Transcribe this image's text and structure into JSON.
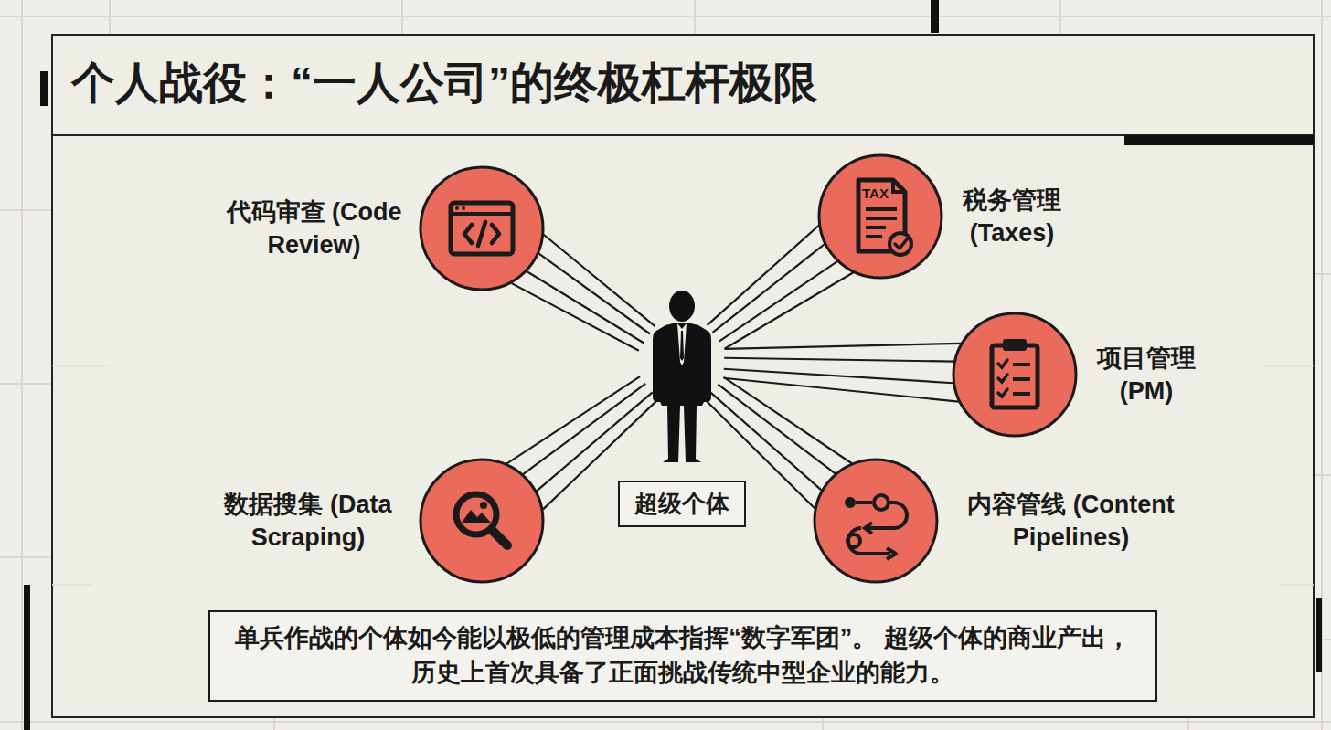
{
  "diagram": {
    "title": "个人战役：“一人公司”的终极杠杆极限",
    "caption": "单兵作战的个体如今能以极低的管理成本指挥“数字军团”。 超级个体的商业产出，历史上首次具备了正面挑战传统中型企业的能力。",
    "nodes": [
      {
        "text": [
          "代码审查 (Code Review)"
        ]
      },
      {
        "text": [
          "税务管理 (Taxes)"
        ]
      },
      {
        "text": [
          "项目管理 (PM)"
        ]
      },
      {
        "text": [
          "超级个体"
        ]
      },
      {
        "text": [
          "数据搜集 (Data Scraping)"
        ]
      },
      {
        "text": [
          "内容管线 (Content Pipelines)"
        ]
      }
    ],
    "edges": [
      {
        "from": 3,
        "to": 0,
        "arrow": "none"
      },
      {
        "from": 3,
        "to": 1,
        "arrow": "none"
      },
      {
        "from": 3,
        "to": 2,
        "arrow": "none"
      },
      {
        "from": 3,
        "to": 4,
        "arrow": "none"
      },
      {
        "from": 3,
        "to": 5,
        "arrow": "none"
      }
    ],
    "labels": [
      "TAX"
    ]
  }
}
